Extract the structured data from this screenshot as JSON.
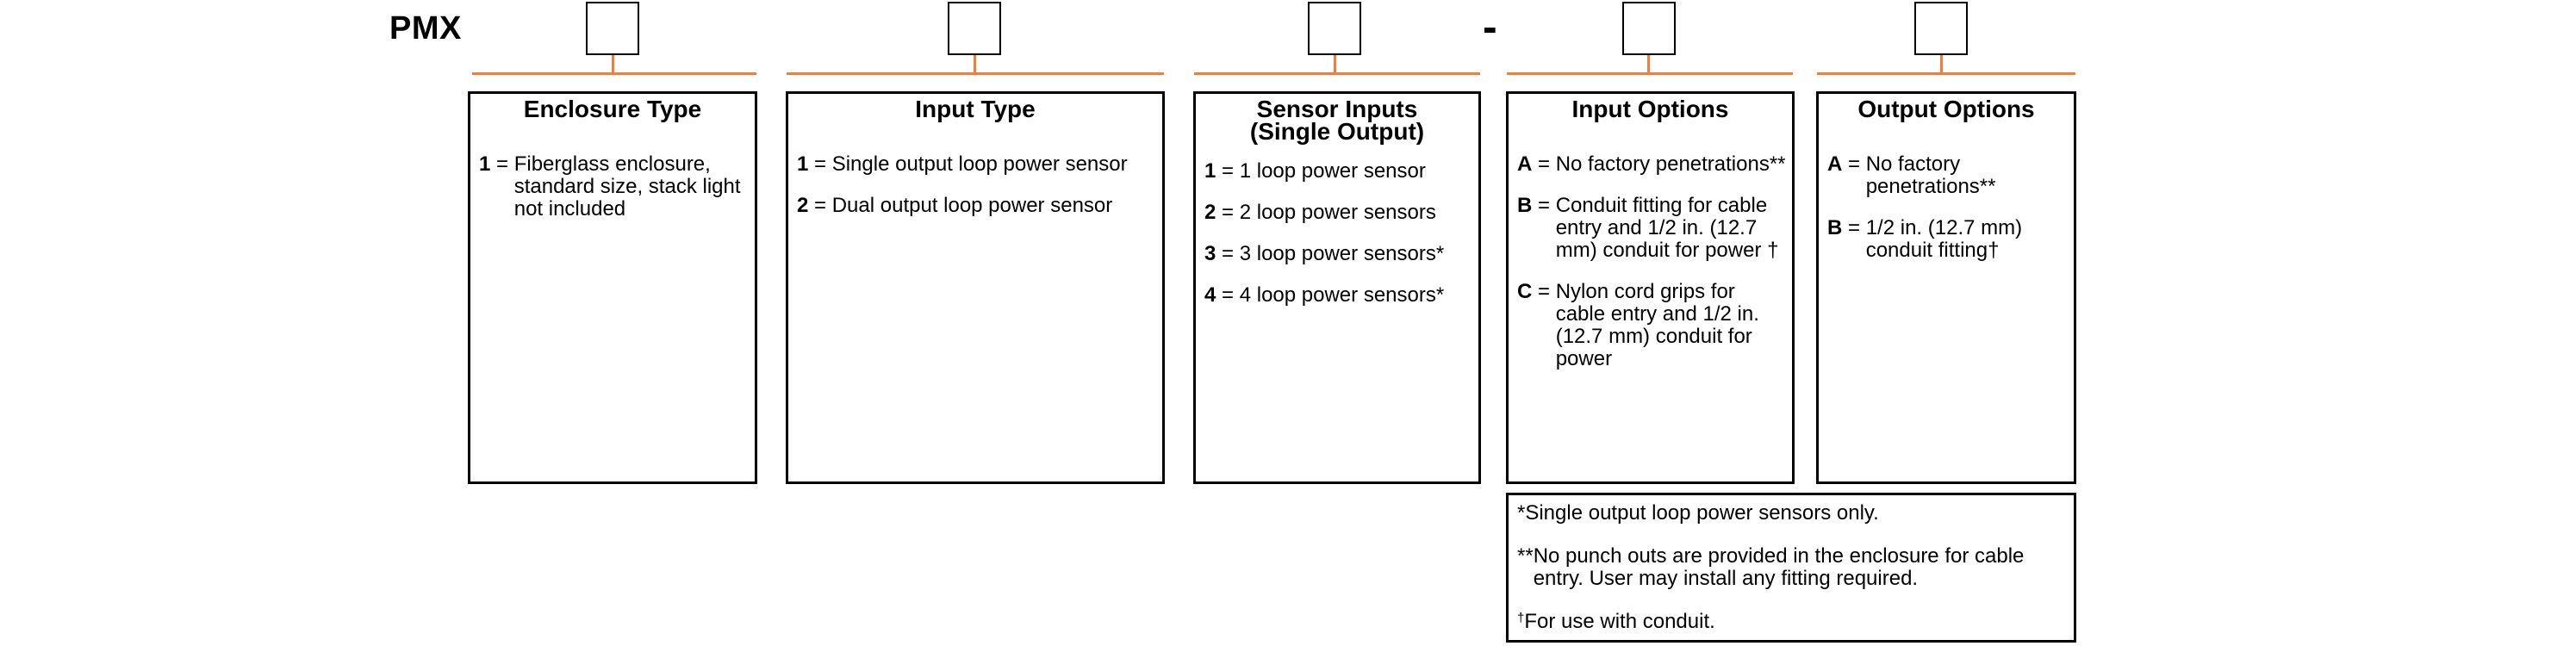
{
  "model_prefix": "PMX",
  "separator": "-",
  "sections": [
    {
      "title_lines": [
        "Enclosure Type"
      ],
      "options": [
        {
          "code": "1",
          "text": "Fiberglass enclosure, standard size, stack light not included"
        }
      ]
    },
    {
      "title_lines": [
        "Input Type"
      ],
      "options": [
        {
          "code": "1",
          "text": "Single output loop power sensor"
        },
        {
          "code": "2",
          "text": "Dual output loop power sensor"
        }
      ]
    },
    {
      "title_lines": [
        "Sensor Inputs",
        "(Single Output)"
      ],
      "options": [
        {
          "code": "1",
          "text": "1 loop power sensor"
        },
        {
          "code": "2",
          "text": "2 loop power sensors"
        },
        {
          "code": "3",
          "text": "3 loop power sensors*"
        },
        {
          "code": "4",
          "text": "4 loop power sensors*"
        }
      ]
    },
    {
      "title_lines": [
        "Input Options"
      ],
      "options": [
        {
          "code": "A",
          "text": "No factory penetrations**"
        },
        {
          "code": "B",
          "text": "Conduit fitting for cable entry and 1/2 in. (12.7 mm) conduit for power †"
        },
        {
          "code": "C",
          "text": "Nylon cord grips for cable entry and 1/2 in. (12.7 mm) conduit for power"
        }
      ]
    },
    {
      "title_lines": [
        "Output Options"
      ],
      "options": [
        {
          "code": "A",
          "text": "No factory penetrations**"
        },
        {
          "code": "B",
          "text": "1/2 in. (12.7 mm) conduit fitting†"
        }
      ]
    }
  ],
  "footnotes": [
    {
      "mark": "*",
      "text": "Single output loop power sensors only."
    },
    {
      "mark": "**",
      "text": "No punch outs are provided in the enclosure for cable entry. User may install any fitting required."
    },
    {
      "mark": "†",
      "text": "For use with conduit."
    }
  ],
  "colors": {
    "connector": "#f07f3c",
    "border": "#000000"
  }
}
